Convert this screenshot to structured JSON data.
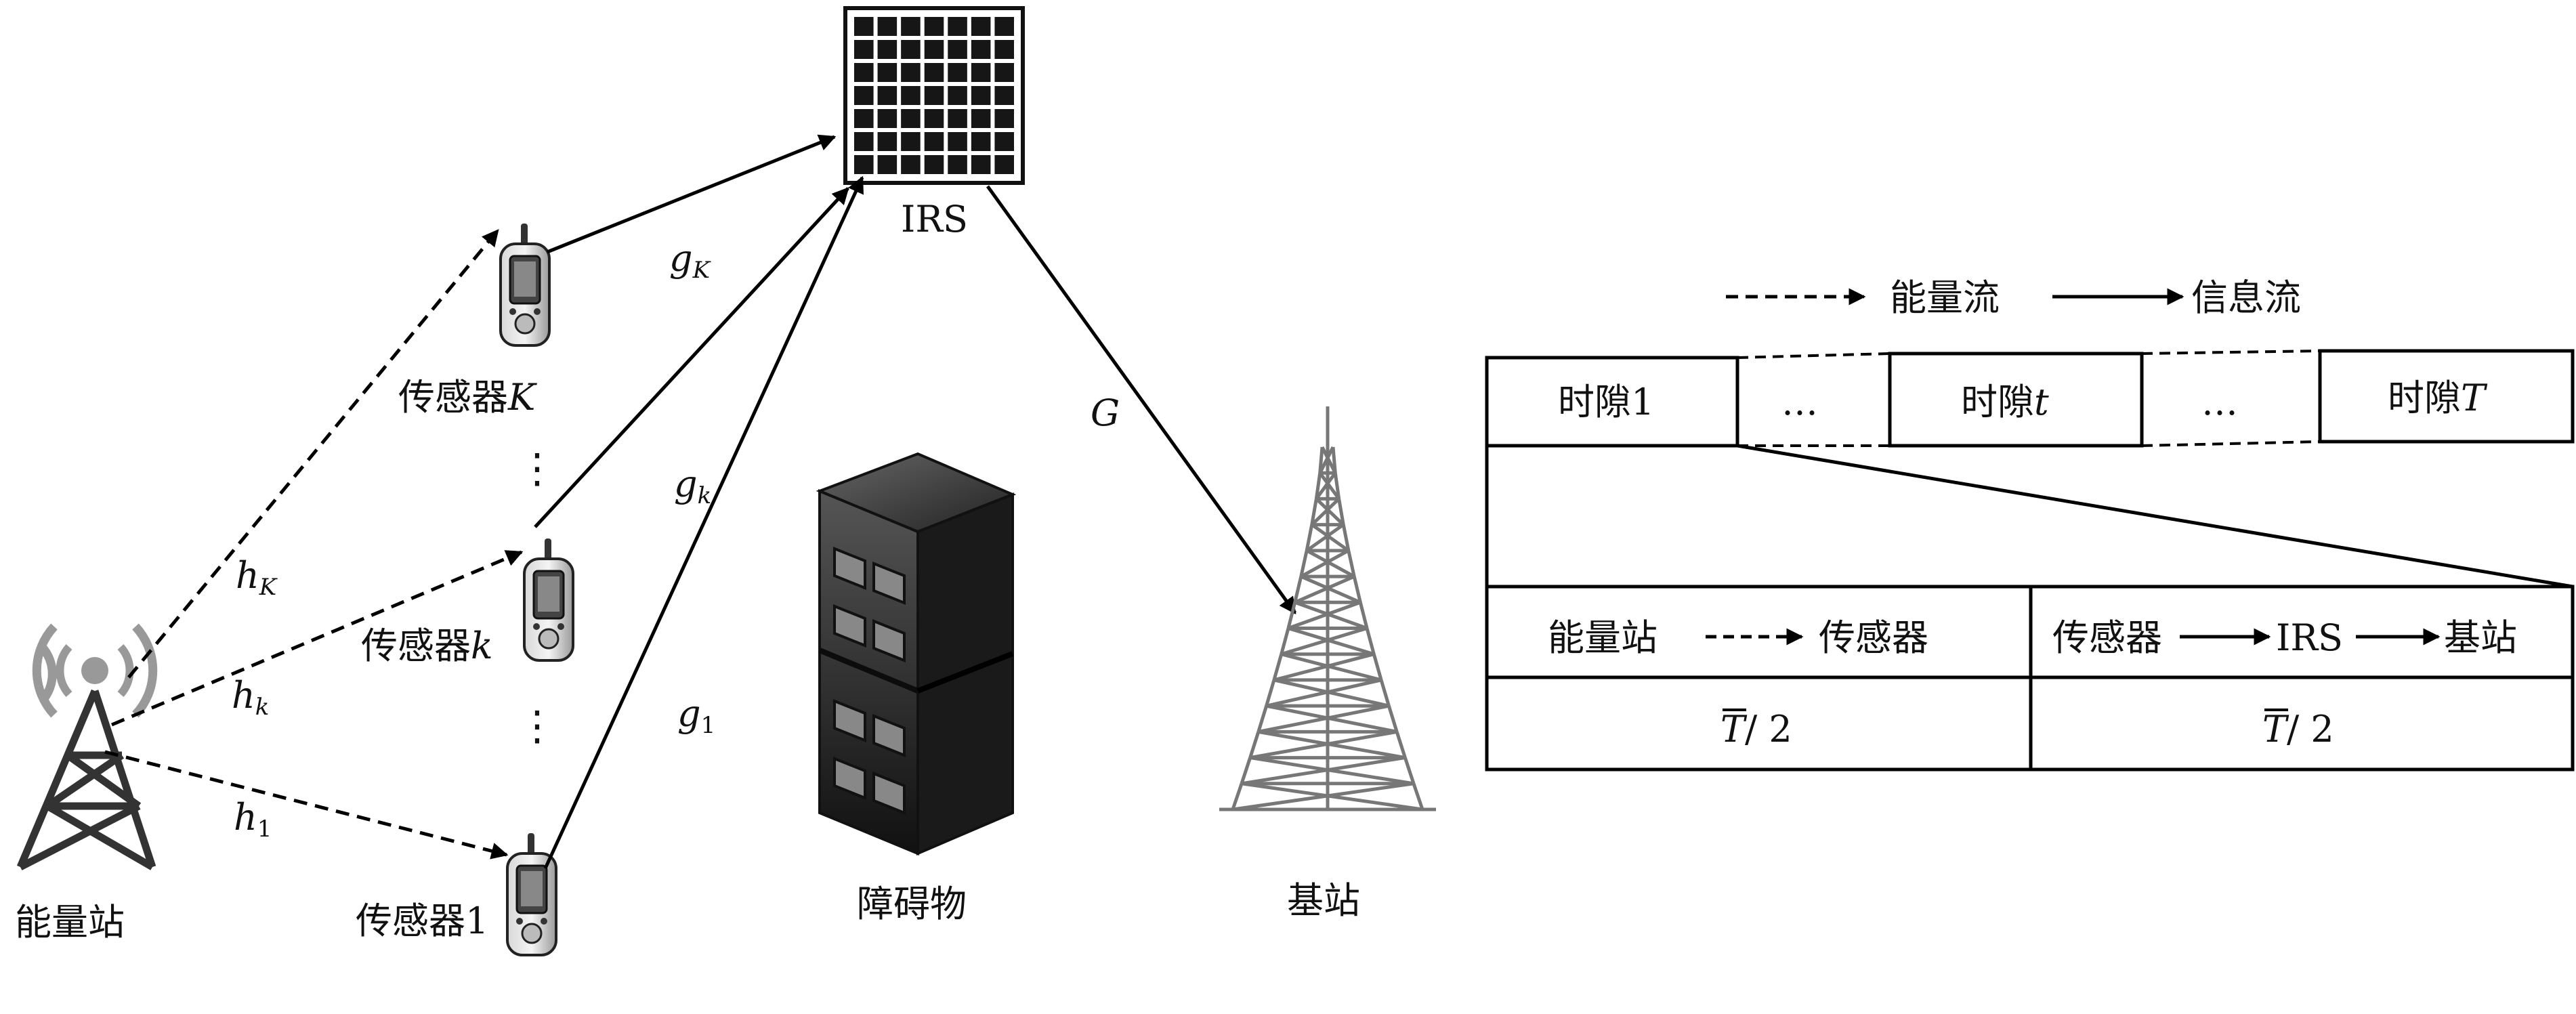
{
  "nodes": {
    "energy_station": {
      "label": "能量站"
    },
    "sensor_K": {
      "prefix": "传感器",
      "index": "K"
    },
    "sensor_k": {
      "prefix": "传感器",
      "index": "k"
    },
    "sensor_1": {
      "prefix": "传感器",
      "index": "1"
    },
    "irs": {
      "label": "IRS"
    },
    "obstacle": {
      "label": "障碍物"
    },
    "base_station": {
      "label": "基站"
    }
  },
  "channels": {
    "hK": {
      "base": "h",
      "sub": "K"
    },
    "hk": {
      "base": "h",
      "sub": "k"
    },
    "h1": {
      "base": "h",
      "sub": "1"
    },
    "gK": {
      "base": "g",
      "sub": "K"
    },
    "gk": {
      "base": "g",
      "sub": "k"
    },
    "g1": {
      "base": "g",
      "sub": "1"
    },
    "G": {
      "base": "G"
    }
  },
  "ellipsis": {
    "vertical": "⋮",
    "horizontal": "…"
  },
  "legend": {
    "energy_flow": "能量流",
    "info_flow": "信息流"
  },
  "timeslots": {
    "slot_1": {
      "prefix": "时隙",
      "index": "1"
    },
    "slot_t": {
      "prefix": "时隙",
      "index": "t"
    },
    "slot_T": {
      "prefix": "时隙",
      "index": "T"
    }
  },
  "phase_table": {
    "left": {
      "from": "能量站",
      "to": "传感器"
    },
    "right": {
      "from": "传感器",
      "mid": "IRS",
      "to": "基站"
    },
    "duration_symbol": "T",
    "duration_rest": "/ 2"
  }
}
